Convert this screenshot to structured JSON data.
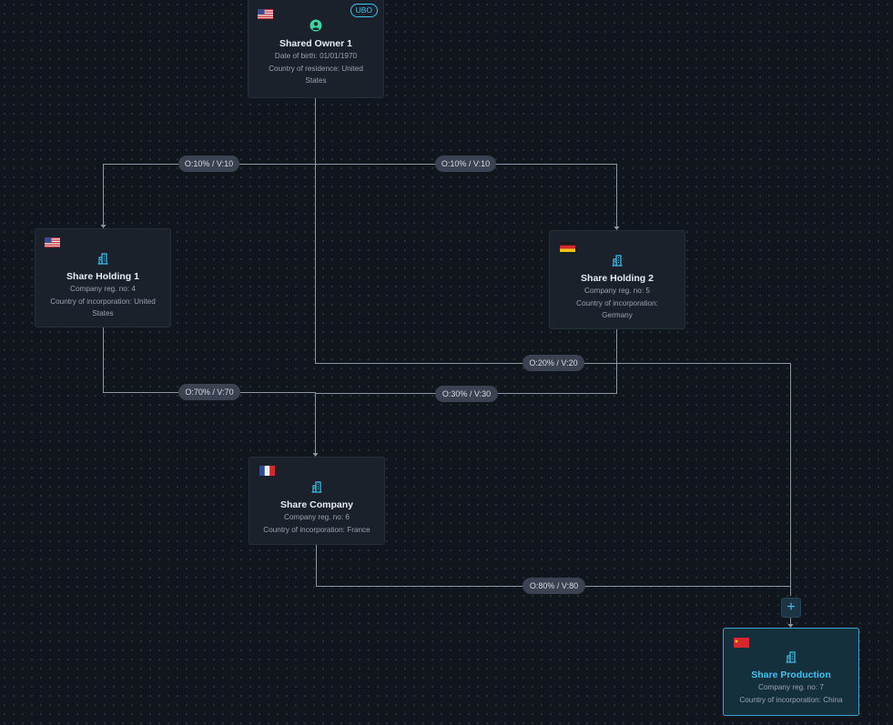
{
  "nodes": {
    "shared_owner": {
      "badge": "UBO",
      "title": "Shared Owner 1",
      "line1": "Date of birth: 01/01/1970",
      "line2": "Country of residence: United States",
      "flag_icon": "us-flag-icon",
      "type_icon": "person-icon"
    },
    "share_holding_1": {
      "title": "Share Holding 1",
      "line1": "Company reg. no: 4",
      "line2": "Country of incorporation: United States",
      "flag_icon": "us-flag-icon",
      "type_icon": "building-icon"
    },
    "share_holding_2": {
      "title": "Share Holding 2",
      "line1": "Company reg. no: 5",
      "line2": "Country of incorporation: Germany",
      "flag_icon": "germany-flag-icon",
      "type_icon": "building-icon"
    },
    "share_company": {
      "title": "Share Company",
      "line1": "Company reg. no: 6",
      "line2": "Country of incorporation: France",
      "flag_icon": "france-flag-icon",
      "type_icon": "building-icon"
    },
    "share_production": {
      "title": "Share Production",
      "line1": "Company reg. no: 7",
      "line2": "Country of incorporation: China",
      "flag_icon": "china-flag-icon",
      "type_icon": "building-icon"
    }
  },
  "edges": {
    "owner_to_holding1": "O:10% / V:10",
    "owner_to_holding2": "O:10% / V:10",
    "owner_to_production": "O:20% / V:20",
    "holding1_to_company": "O:70% / V:70",
    "holding2_to_company": "O:30% / V:30",
    "company_to_production": "O:80% / V:80"
  },
  "add_button": "+",
  "colors": {
    "background": "#11151c",
    "node_bg": "#1b212b",
    "selected_border": "#3aa3d1",
    "accent": "#3ec4f2",
    "person_icon": "#3ed4a0",
    "edge_line": "#9aa3b1",
    "pill_bg": "#3b4352"
  }
}
